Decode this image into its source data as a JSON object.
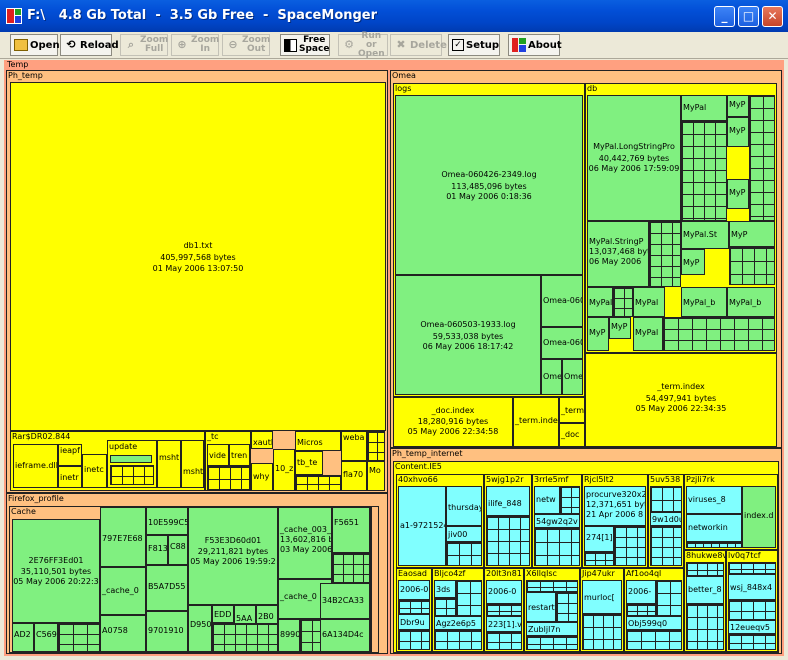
{
  "window": {
    "title": "F:\\   4.8 Gb Total  -  3.5 Gb Free  -  SpaceMonger",
    "controls": [
      "_",
      "□",
      "✕"
    ]
  },
  "toolbar": {
    "open": "Open",
    "reload": "Reload",
    "zoom_full": [
      "Zoom",
      "Full"
    ],
    "zoom_in": [
      "Zoom",
      "In"
    ],
    "zoom_out": [
      "Zoom",
      "Out"
    ],
    "free_space": [
      "Free",
      "Space"
    ],
    "run_or_open": [
      "Run or",
      "Open"
    ],
    "delete": "Delete",
    "setup": "Setup",
    "about": "About"
  },
  "map": {
    "root": "Temp",
    "ph_temp": "Ph_temp",
    "db1": {
      "name": "db1.txt",
      "size": "405,997,568 bytes",
      "date": "01 May 2006   13:07:50"
    },
    "rar": {
      "name": "Rar$DR02.844",
      "items": [
        "ieframe.dll",
        "ieapf",
        "inetc",
        "inetr",
        "update",
        "msht",
        "msht"
      ]
    },
    "tc": {
      "name": "_tc",
      "items": [
        "vide",
        "tren"
      ]
    },
    "misc_small": [
      "xauth",
      "why",
      "10_z",
      "Micros",
      "tb_te",
      "weba",
      "fla70",
      "Mo"
    ],
    "firefox": "Firefox_profile",
    "cache": {
      "name": "Cache",
      "f1": {
        "name": "2E76FF3Ed01",
        "size": "35,110,501 bytes",
        "date": "05 May 2006   20:22:3"
      },
      "f2": "797E7E68",
      "f3": "_cache_0",
      "f4": "AD2",
      "f5": "C569",
      "f6": "A0758",
      "f7": "10E599C5",
      "f8": "F813",
      "f9": "C88",
      "f10": "B5A7D55",
      "f11": "9701910",
      "f12": {
        "name": "F53E3D60d01",
        "size": "29,211,821 bytes",
        "date": "05 May 2006   19:59:2"
      },
      "f13": {
        "name": "_cache_003_",
        "size": "13,602,816 byt",
        "date": "03 May 2006"
      },
      "f14": "F5651",
      "f15": "_cache_0",
      "f16": "34B2CA33",
      "f17": "6A134D4c",
      "f18": "8990",
      "f19": "D950",
      "f20": "EDD",
      "f21": "5AA",
      "f22": "2B0"
    },
    "omea": "Omea",
    "logs": {
      "name": "logs",
      "f1": {
        "name": "Omea-060426-2349.log",
        "size": "113,485,096 bytes",
        "date": "01 May 2006   0:18:36"
      },
      "f2": {
        "name": "Omea-060503-1933.log",
        "size": "59,533,038 bytes",
        "date": "06 May 2006   18:17:42"
      },
      "f3": "Omea-060",
      "f4": "Omea-060",
      "f5": "Ome",
      "f6": "Ome"
    },
    "db": {
      "name": "db",
      "f1": {
        "name": "MyPal.LongStringPro",
        "size": "40,442,769 bytes",
        "date": "06 May 2006   17:59:09"
      },
      "f2": {
        "name": "MyPal.StringP",
        "size": "13,037,468 byt",
        "date": "06 May 2006"
      },
      "small": [
        "MyPal",
        "MyP",
        "MyP",
        "MyP",
        "MyPal.St",
        "MyP",
        "MyP",
        "MyPal",
        "MyPal",
        "MyPal_b",
        "MyPal_b",
        "MyP",
        "MyP",
        "MyPal"
      ]
    },
    "term_index": {
      "name": "_term.index",
      "size": "54,497,941 bytes",
      "date": "05 May 2006   22:34:35"
    },
    "doc_index": {
      "name": "_doc.index",
      "size": "18,280,916 bytes",
      "date": "05 May 2006   22:34:58"
    },
    "term_index2": "_term.inde",
    "term_small": "_term",
    "doc_small": "_doc",
    "ph_temp_internet": "Ph_temp_internet",
    "content_ie5": "Content.IE5",
    "ie5": [
      {
        "name": "40xhvo66",
        "items": [
          "a1-9721524",
          "thursday",
          "jiv00"
        ]
      },
      {
        "name": "5wjg1p2r",
        "items": [
          "ilife_848"
        ]
      },
      {
        "name": "3rrle5mf",
        "items": [
          "netw",
          "54gw2q2v"
        ]
      },
      {
        "name": "Rjcl5lt2",
        "items": [
          "procurve320x2",
          "12,371,651 bytes",
          "21 Apr 2006   8",
          "274[1]"
        ]
      },
      {
        "name": "5uv538",
        "items": [
          "9w1d0u"
        ]
      },
      {
        "name": "Pzjli7rk",
        "items": [
          "viruses_8",
          "networkin",
          "index.d"
        ]
      },
      {
        "name": "Eaosad",
        "items": [
          "2006-0",
          "Dbr9u"
        ]
      },
      {
        "name": "Bljco4zf",
        "items": [
          "3ds",
          "Agz2e6p5"
        ]
      },
      {
        "name": "20lt3n81",
        "items": [
          "2006-0",
          "223[1].v"
        ]
      },
      {
        "name": "X6llqlsc",
        "items": [
          "restart",
          "Zubljl7n"
        ]
      },
      {
        "name": "Jip47ukr",
        "items": [
          "murloc["
        ]
      },
      {
        "name": "Af1oo4ql",
        "items": [
          "2006-",
          "Obj599q0"
        ]
      },
      {
        "name": "8hukwe8v",
        "items": [
          "better_8"
        ]
      },
      {
        "name": "lv0q7tcf",
        "items": [
          "wsj_848x4",
          "12eueqv5"
        ]
      }
    ]
  }
}
